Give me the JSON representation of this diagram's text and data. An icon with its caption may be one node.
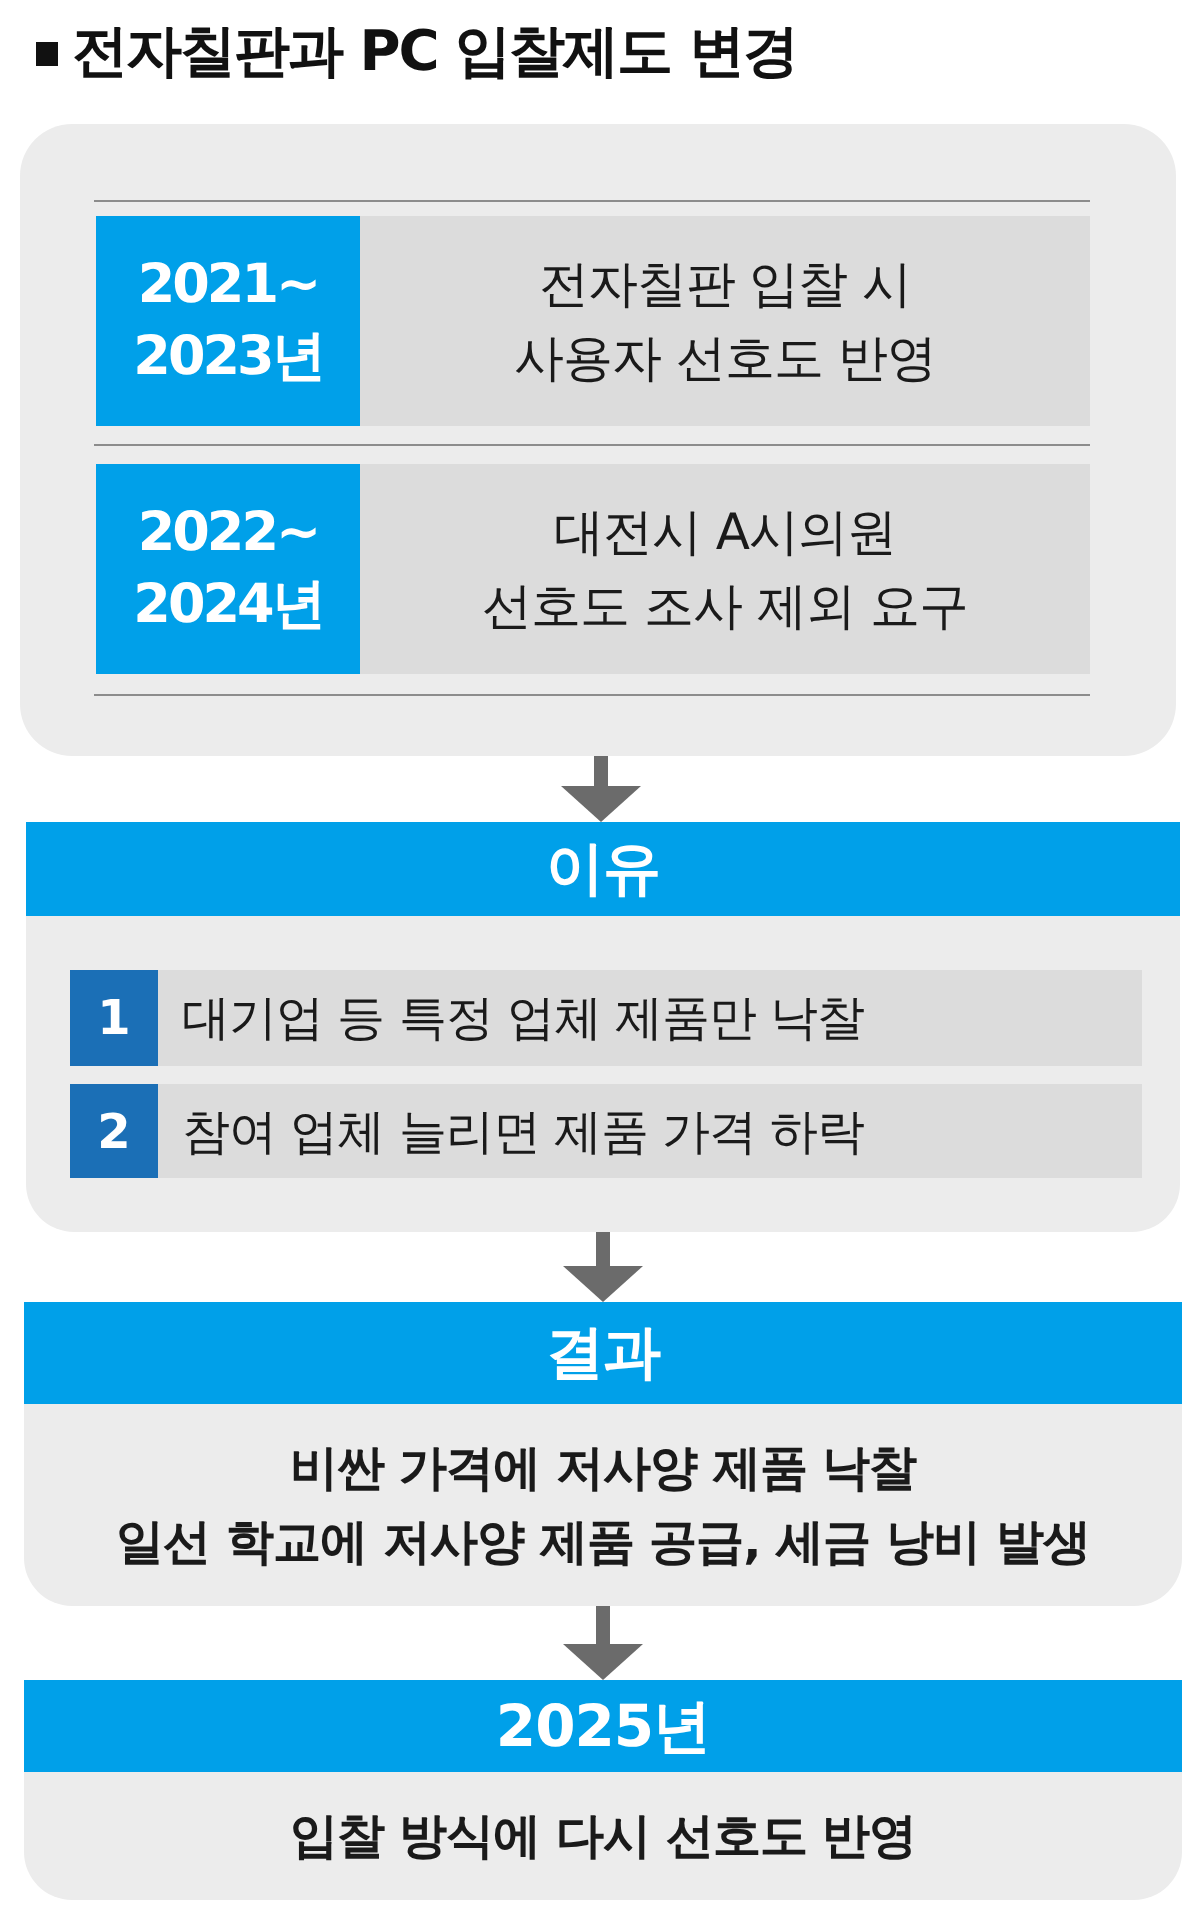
{
  "diagram": {
    "title": "전자칠판과 PC 입찰제도 변경",
    "nodes": [
      {
        "text": [],
        "shape": "box"
      },
      {
        "text": [
          "2021~ 2023년",
          "전자칠판 입찰 시 사용자 선호도 반영"
        ],
        "in": 0
      },
      {
        "text": [
          "2022~ 2024년",
          "대전시 A시의원 선호도 조사 제외 요구"
        ],
        "in": 0
      },
      {
        "text": [
          "이유"
        ]
      },
      {
        "text": [
          "1",
          "대기업 등 특정 업체 제품만 낙찰"
        ],
        "in": 3
      },
      {
        "text": [
          "2",
          "참여 업체 늘리면 제품 가격 하락"
        ],
        "in": 3
      },
      {
        "text": [
          "결과",
          "비싼 가격에 저사양 제품 낙찰",
          "일선 학교에 저사양 제품 공급, 세금 낭비 발생"
        ]
      },
      {
        "text": [
          "2025년",
          "입찰 방식에 다시 선호도 반영"
        ]
      }
    ],
    "edges": [
      {
        "from": 0,
        "to": 3,
        "arrow": "to"
      },
      {
        "from": 3,
        "to": 6,
        "arrow": "to"
      },
      {
        "from": 6,
        "to": 7,
        "arrow": "to"
      }
    ]
  }
}
